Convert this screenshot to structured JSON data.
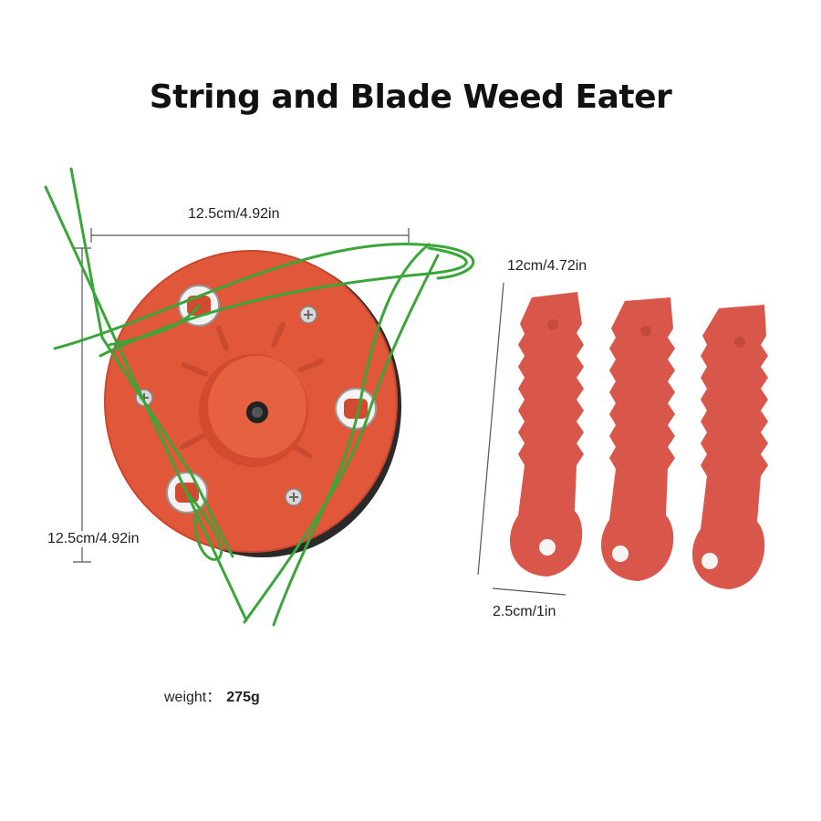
{
  "title": "String and Blade Weed Eater",
  "dimensions": {
    "spool_width": "12.5cm/4.92in",
    "spool_height": "12.5cm/4.92in",
    "blade_length": "12cm/4.72in",
    "blade_width": "2.5cm/1in"
  },
  "weight": {
    "label": "weight：",
    "value": "275g"
  },
  "colors": {
    "spool": "#e0573a",
    "blade": "#d9574a",
    "line": "#3aa63a"
  }
}
